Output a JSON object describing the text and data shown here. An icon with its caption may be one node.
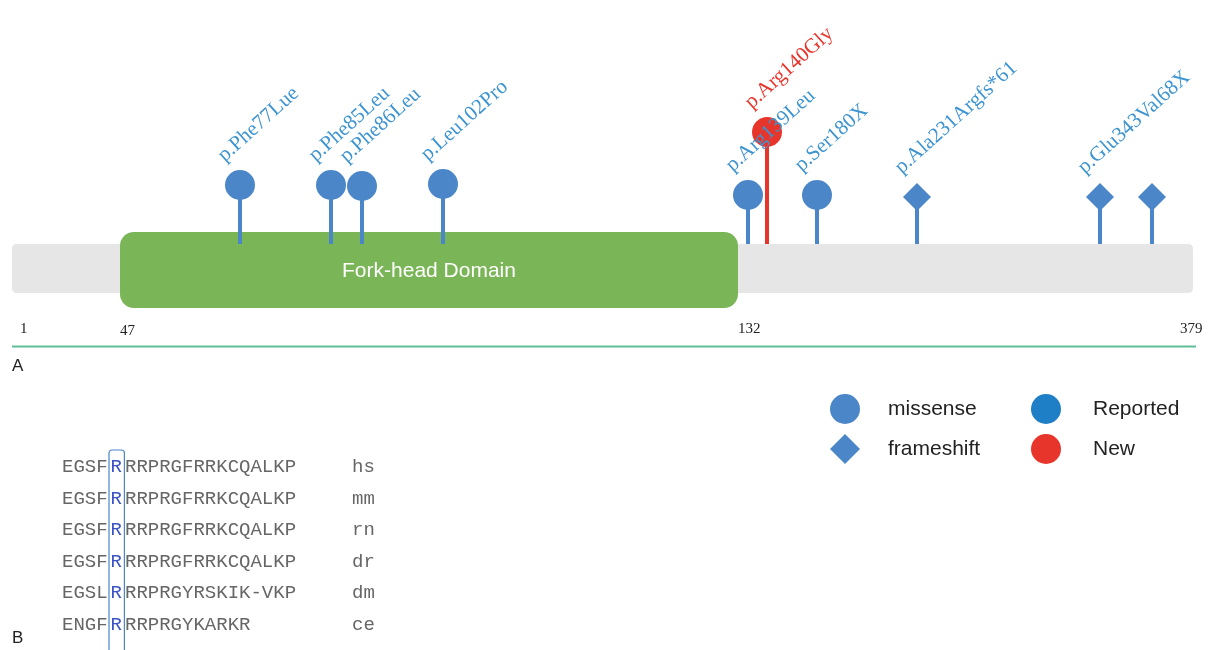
{
  "diagram": {
    "nodes": [
      {
        "text": [],
        "shape": "bar"
      },
      {
        "text": [
          "Fork-head Domain"
        ]
      },
      {
        "text": [],
        "shape": "circle",
        "beside": [
          "p.Phe77Lue"
        ]
      },
      {
        "text": [],
        "shape": "circle",
        "beside": [
          "p.Phe85Leu"
        ]
      },
      {
        "text": [],
        "shape": "circle",
        "beside": [
          "p.Phe86Leu"
        ]
      },
      {
        "text": [],
        "shape": "circle",
        "beside": [
          "p.Leu102Pro"
        ]
      },
      {
        "text": [],
        "shape": "circle",
        "beside": [
          "p.Arg139Leu"
        ]
      },
      {
        "text": [],
        "shape": "circle",
        "beside": [
          "p.Arg140Gly"
        ]
      },
      {
        "text": [],
        "shape": "circle",
        "beside": [
          "p.Ser180X"
        ]
      },
      {
        "text": [],
        "shape": "diamond",
        "beside": [
          "p.Ala231Argfs*61"
        ]
      },
      {
        "text": [],
        "shape": "diamond",
        "beside": [
          "p.Glu343Val68X"
        ]
      },
      {
        "text": [],
        "shape": "diamond"
      }
    ],
    "edges": [],
    "labels": [
      "1",
      "47",
      "132",
      "379",
      "A",
      "EGSFRRRPRGFRRKCQALKP",
      "hs",
      "EGSFRRRPRGFRRKCQALKP",
      "mm",
      "EGSFRRRPRGFRRKCQALKP",
      "rn",
      "EGSFRRRPRGFRRKCQALKP",
      "dr",
      "EGSLRRRPRGYRSKIK-VKP",
      "dm",
      "ENGFRRRPRGYKARKR",
      "ce",
      "B"
    ],
    "legend": [
      {
        "text": "missense"
      },
      {
        "text": "Reported",
        "color": "#1f7fc6"
      },
      {
        "text": "frameshift"
      },
      {
        "text": "New",
        "color": "#e8352b"
      }
    ]
  }
}
